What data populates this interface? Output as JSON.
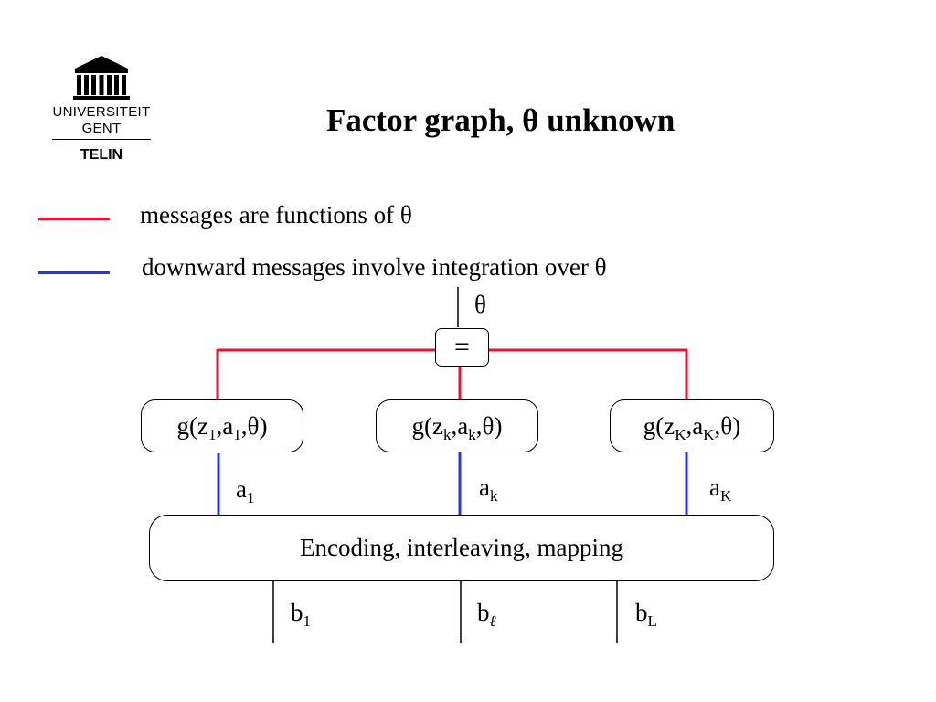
{
  "logo": {
    "line1": "UNIVERSITEIT",
    "line2": "GENT",
    "line3": "TELIN"
  },
  "title": "Factor graph, θ unknown",
  "legend": [
    {
      "color": "#e0173a",
      "text": "messages are functions of θ"
    },
    {
      "color": "#2b34d8",
      "text": "downward messages involve integration over θ"
    }
  ],
  "diagram": {
    "theta_label": "θ",
    "equality_node": "=",
    "factor_nodes": [
      {
        "func": "g(z",
        "i1": "1",
        "sep1": ",a",
        "i2": "1",
        "tail": ",θ)"
      },
      {
        "func": "g(z",
        "i1": "k",
        "sep1": ",a",
        "i2": "k",
        "tail": ",θ)"
      },
      {
        "func": "g(z",
        "i1": "K",
        "sep1": ",a",
        "i2": "K",
        "tail": ",θ)"
      }
    ],
    "a_labels": [
      {
        "base": "a",
        "sub": "1"
      },
      {
        "base": "a",
        "sub": "k"
      },
      {
        "base": "a",
        "sub": "K"
      }
    ],
    "encoder": "Encoding, interleaving, mapping",
    "b_labels": [
      {
        "base": "b",
        "sub": "1"
      },
      {
        "base": "b",
        "sub": "ℓ"
      },
      {
        "base": "b",
        "sub": "L"
      }
    ],
    "colors": {
      "red": "#e0173a",
      "blue": "#2b34d8",
      "black": "#000000"
    }
  }
}
